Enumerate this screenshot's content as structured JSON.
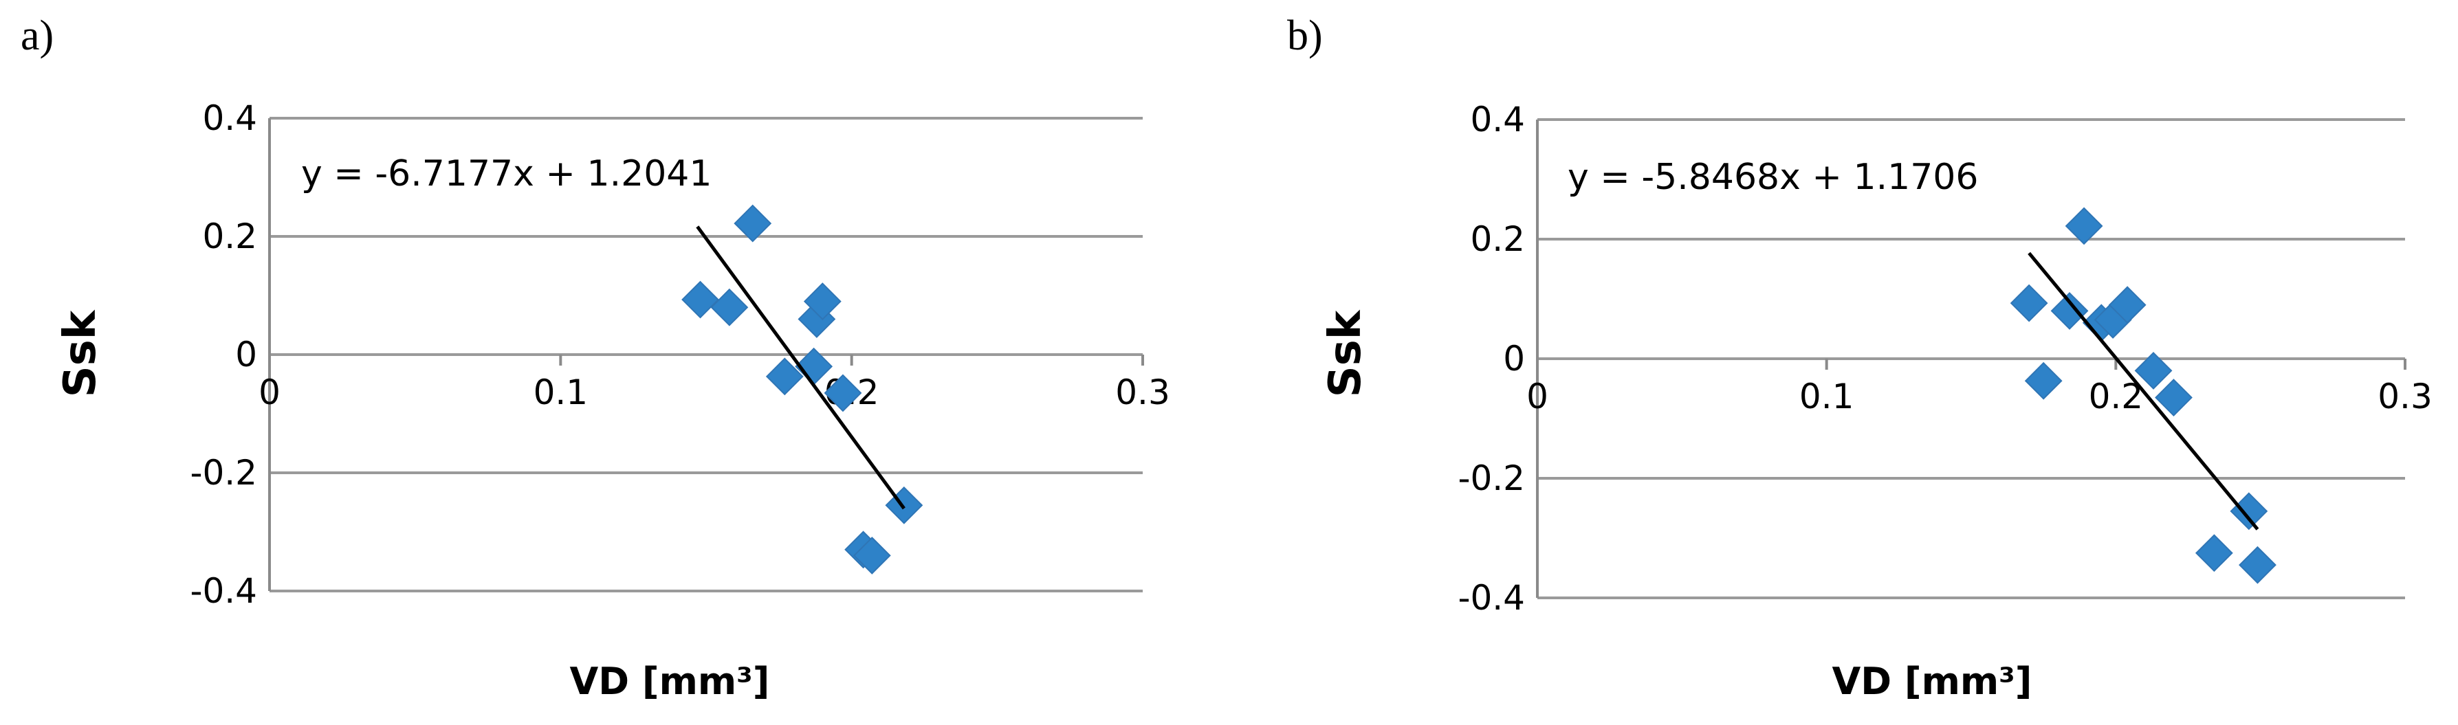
{
  "chart_data": [
    {
      "type": "scatter",
      "panel_label": "a)",
      "xlabel": "VD [mm³]",
      "ylabel": "Ssk",
      "xlim": [
        0,
        0.3
      ],
      "ylim": [
        -0.4,
        0.4
      ],
      "x_ticks": [
        0,
        0.1,
        0.2,
        0.3
      ],
      "x_tick_labels": [
        "0",
        "0.1",
        "0.2",
        "0.3"
      ],
      "y_ticks": [
        0.4,
        0.2,
        0,
        -0.2,
        -0.4
      ],
      "y_tick_labels": [
        "0.4",
        "0.2",
        "0",
        "-0.2",
        "-0.4"
      ],
      "grid": "horizontal",
      "marker": "diamond",
      "marker_color": "#2e82c8",
      "trendline_color": "#000000",
      "points": {
        "x": [
          0.148,
          0.158,
          0.166,
          0.177,
          0.187,
          0.188,
          0.19,
          0.197,
          0.204,
          0.207,
          0.218
        ],
        "y": [
          0.093,
          0.08,
          0.222,
          -0.037,
          -0.02,
          0.06,
          0.09,
          -0.065,
          -0.33,
          -0.34,
          -0.255
        ]
      },
      "trendline": {
        "slope": -6.7177,
        "intercept": 1.2041,
        "x_range": [
          0.147,
          0.218
        ],
        "equation": "y = -6.7177x + 1.2041"
      }
    },
    {
      "type": "scatter",
      "panel_label": "b)",
      "xlabel": "VD [mm³]",
      "ylabel": "Ssk",
      "xlim": [
        0,
        0.3
      ],
      "ylim": [
        -0.4,
        0.4
      ],
      "x_ticks": [
        0,
        0.1,
        0.2,
        0.3
      ],
      "x_tick_labels": [
        "0",
        "0.1",
        "0.2",
        "0.3"
      ],
      "y_ticks": [
        0.4,
        0.2,
        0,
        -0.2,
        -0.4
      ],
      "y_tick_labels": [
        "0.4",
        "0.2",
        "0",
        "-0.2",
        "-0.4"
      ],
      "grid": "horizontal",
      "marker": "diamond",
      "marker_color": "#2e82c8",
      "trendline_color": "#000000",
      "points": {
        "x": [
          0.17,
          0.175,
          0.184,
          0.189,
          0.195,
          0.199,
          0.204,
          0.213,
          0.22,
          0.234,
          0.246,
          0.249
        ],
        "y": [
          0.093,
          -0.037,
          0.08,
          0.222,
          0.06,
          0.065,
          0.09,
          -0.02,
          -0.065,
          -0.325,
          -0.255,
          -0.345
        ]
      },
      "trendline": {
        "slope": -5.8468,
        "intercept": 1.1706,
        "x_range": [
          0.17,
          0.249
        ],
        "equation": "y = -5.8468x + 1.1706"
      }
    }
  ]
}
